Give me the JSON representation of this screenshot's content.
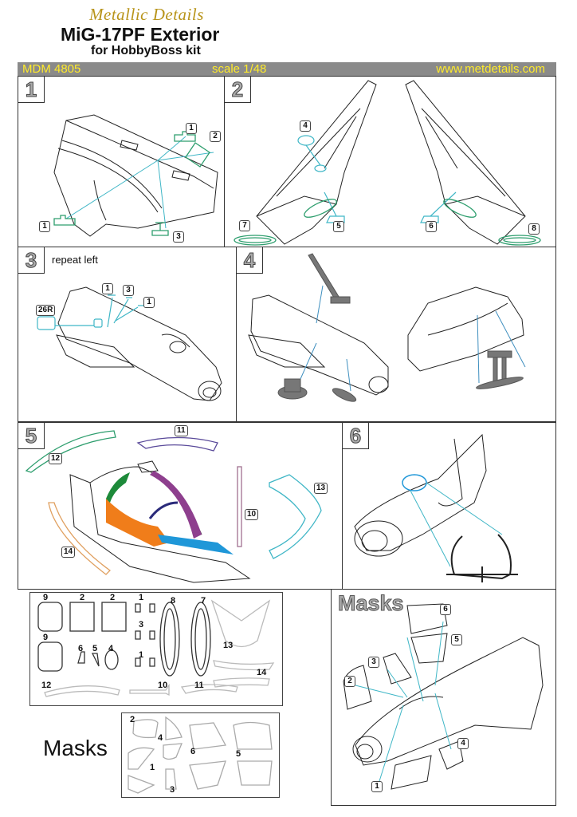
{
  "header": {
    "brand": "Metallic Details",
    "title": "MiG-17PF Exterior",
    "subtitle": "for HobbyBoss kit",
    "code": "MDM 4805",
    "scale": "scale 1/48",
    "url": "www.metdetails.com"
  },
  "colors": {
    "band": "#8a8a8a",
    "band_text": "#ffeb2a",
    "leader_cyan": "#3fb6c6",
    "part_green": "#2e9e6e",
    "mask_orange": "#f07d1a",
    "mask_blue": "#1f97d8",
    "mask_green": "#1d8a3a",
    "mask_purple": "#8e3f8e",
    "mask_navy": "#2a2a7a",
    "mask_tan": "#e0a060",
    "mask_mauve": "#a07090",
    "photoetch_grey": "#777777"
  },
  "steps": [
    {
      "number": "1",
      "callouts": [
        "1",
        "2",
        "1",
        "3"
      ]
    },
    {
      "number": "2",
      "callouts": [
        "4",
        "5",
        "6",
        "7",
        "8"
      ]
    },
    {
      "number": "3",
      "note": "repeat left",
      "callouts": [
        "1",
        "3",
        "1",
        "26R"
      ]
    },
    {
      "number": "4",
      "callouts": []
    },
    {
      "number": "5",
      "callouts": [
        "11",
        "12",
        "10",
        "13",
        "14"
      ]
    },
    {
      "number": "6",
      "callouts": []
    }
  ],
  "parts_sheet": {
    "labels": [
      "9",
      "2",
      "2",
      "1",
      "8",
      "7",
      "9",
      "3",
      "13",
      "6",
      "5",
      "4",
      "1",
      "14",
      "12",
      "10",
      "11"
    ]
  },
  "masks_panel": {
    "title": "Masks",
    "callouts": [
      "6",
      "5",
      "3",
      "2",
      "4",
      "1"
    ]
  },
  "masks_sheet": {
    "heading": "Masks",
    "labels": [
      "2",
      "4",
      "6",
      "5",
      "1",
      "3"
    ]
  }
}
